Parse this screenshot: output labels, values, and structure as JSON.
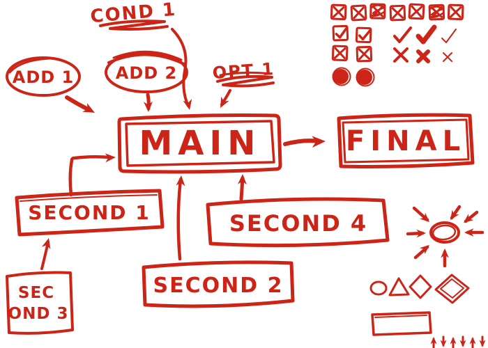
{
  "colors": {
    "ink": "#cc2417",
    "background": "#ffffff"
  },
  "flowchart": {
    "nodes": {
      "cond1": "COND 1",
      "add1": "ADD 1",
      "add2": "ADD 2",
      "opt1": "OPT 1",
      "main": "MAIN",
      "final": "FINAL",
      "second1": "SECOND 1",
      "second2": "SECOND 2",
      "second3_line1": "SEC",
      "second3_line2": "OND 3",
      "second4": "SECOND 4"
    },
    "edges": [
      {
        "from": "COND 1",
        "to": "MAIN"
      },
      {
        "from": "ADD 1",
        "to": "MAIN"
      },
      {
        "from": "ADD 2",
        "to": "MAIN"
      },
      {
        "from": "OPT 1",
        "to": "MAIN"
      },
      {
        "from": "MAIN",
        "to": "FINAL"
      },
      {
        "from": "SECOND 1",
        "to": "MAIN"
      },
      {
        "from": "SECOND 2",
        "to": "MAIN"
      },
      {
        "from": "SECOND 4",
        "to": "MAIN"
      },
      {
        "from": "SEC OND 3",
        "to": "SECOND 1"
      }
    ]
  },
  "doodles": {
    "checkbox_grid": {
      "rows": [
        {
          "icons": [
            "x-checkbox",
            "x-checkbox",
            "x-checkbox-scribbled",
            "x-checkbox",
            "x-checkbox",
            "x-checkbox-scribbled",
            "x-checkbox"
          ]
        },
        {
          "icons": [
            "checked-checkbox",
            "checked-checkbox-bold",
            "checkmark",
            "checkmark-bold",
            "checkmark-thin"
          ]
        },
        {
          "icons": [
            "x-checkbox",
            "x-checkbox",
            "x-mark",
            "x-mark-bold",
            "x-mark-thin"
          ]
        },
        {
          "icons": [
            "filled-circle",
            "filled-circle"
          ]
        }
      ]
    },
    "converging_arrows": {
      "center_shape": "ellipse",
      "arrow_count": 7
    },
    "shapes_row": [
      "ellipse",
      "triangle",
      "diamond",
      "rotated-square"
    ],
    "bottom_shape": "rectangle-outline",
    "mini_arrows": [
      "up",
      "down",
      "up",
      "down",
      "up",
      "down"
    ]
  }
}
